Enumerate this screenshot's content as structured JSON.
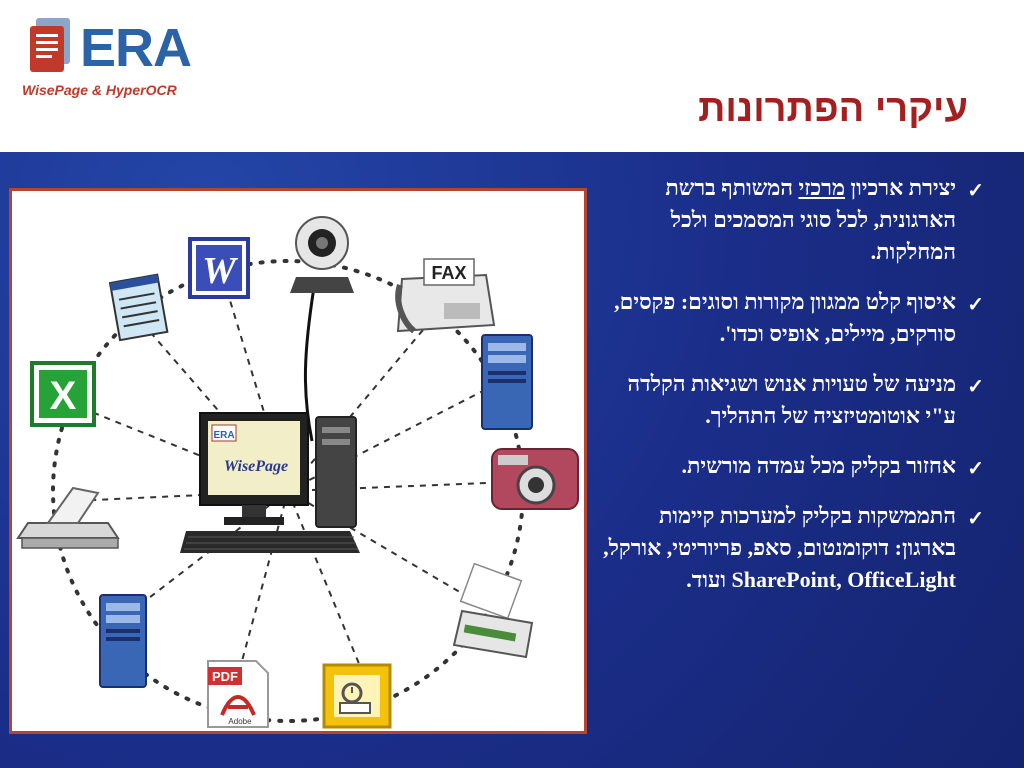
{
  "logo": {
    "brand": "ERA",
    "tagline": "WisePage & HyperOCR"
  },
  "slide": {
    "title": "עיקרי הפתרונות"
  },
  "diagram": {
    "center_label": "WisePage",
    "center_logo": "ERA",
    "fax_label": "FAX",
    "pdf_label": "PDF",
    "adobe_label": "Adobe",
    "word_letter": "W",
    "excel_letter": "X",
    "icons": [
      "webcam-icon",
      "fax-machine-icon",
      "server-tower-icon",
      "camera-icon",
      "printer-icon",
      "outlook-icon",
      "pdf-icon",
      "server-tower-icon",
      "scanner-icon",
      "excel-icon",
      "notepad-icon",
      "word-icon",
      "computer-icon"
    ],
    "colors": {
      "border": "#b5452d",
      "background": "#1b2f8d",
      "title": "#a32020"
    }
  },
  "bullets": [
    {
      "before": "יצירת ארכיון ",
      "highlight": "מרכזי",
      "after": " המשותף ברשת הארגונית, לכל סוגי המסמכים ולכל המחלקות."
    },
    {
      "text": "איסוף קלט ממגוון מקורות וסוגים: פקסים, סורקים, מיילים, אופיס וכדו'."
    },
    {
      "text": "מניעה של טעויות אנוש ושגיאות הקלדה ע\"י אוטומטיזציה של התהליך."
    },
    {
      "text": "אחזור בקליק מכל עמדה מורשית."
    },
    {
      "text": "התממשקות בקליק למערכות קיימות בארגון: דוקומנטום, סאפ, פריוריטי, אורקל, SharePoint, OfficeLight ועוד."
    }
  ]
}
